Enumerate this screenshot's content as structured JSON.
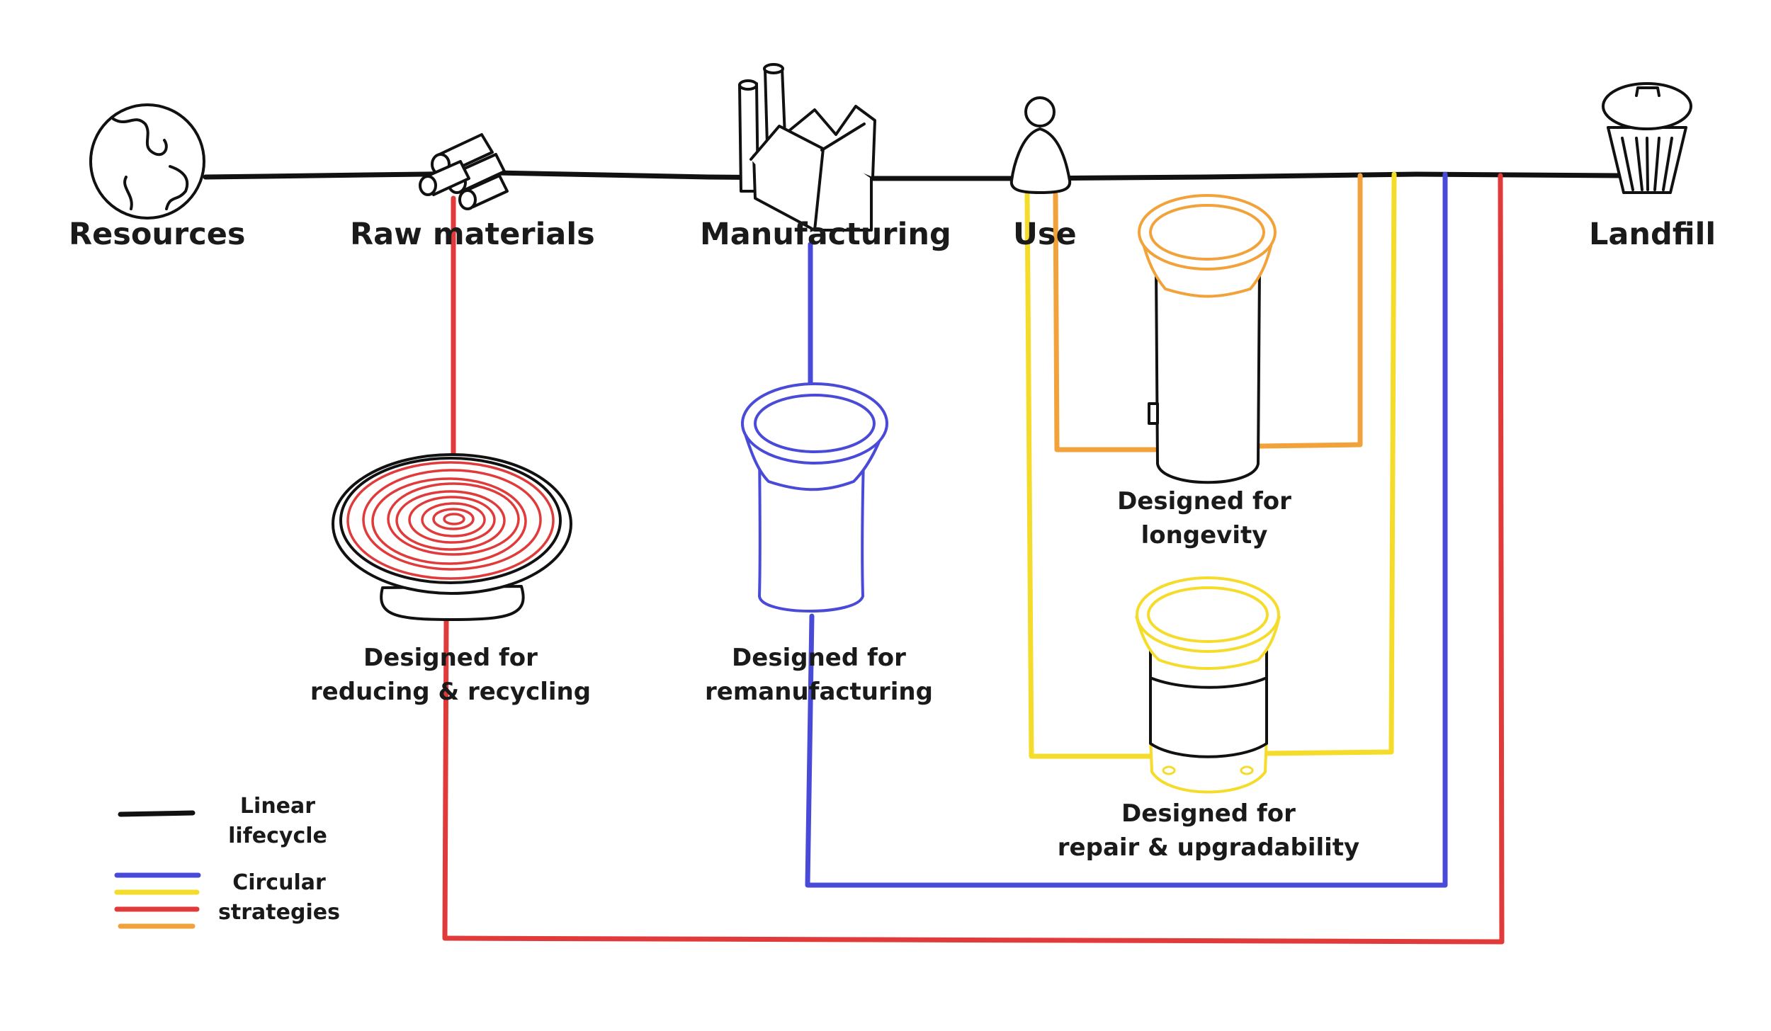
{
  "stages": {
    "resources": "Resources",
    "raw_materials": "Raw materials",
    "manufacturing": "Manufacturing",
    "use": "Use",
    "landfill": "Landfill"
  },
  "strategies": {
    "recycling": {
      "line1": "Designed for",
      "line2": "reducing & recycling"
    },
    "remanufacturing": {
      "line1": "Designed for",
      "line2": "remanufacturing"
    },
    "longevity": {
      "line1": "Designed for",
      "line2": "longevity"
    },
    "repair": {
      "line1": "Designed for",
      "line2": "repair & upgradability"
    }
  },
  "legend": {
    "linear": {
      "line1": "Linear",
      "line2": "lifecycle"
    },
    "circular": {
      "line1": "Circular",
      "line2": "strategies"
    }
  },
  "colors": {
    "linear": "#111111",
    "recycling": "#e03a3a",
    "remanufacturing": "#4a4ad8",
    "repair": "#f5dc2a",
    "longevity": "#f2a23a"
  },
  "icons": [
    "globe-icon",
    "logs-icon",
    "factory-icon",
    "person-icon",
    "trash-can-icon",
    "plate-icon",
    "cup-icon",
    "tall-cup-icon",
    "modular-cup-icon"
  ]
}
